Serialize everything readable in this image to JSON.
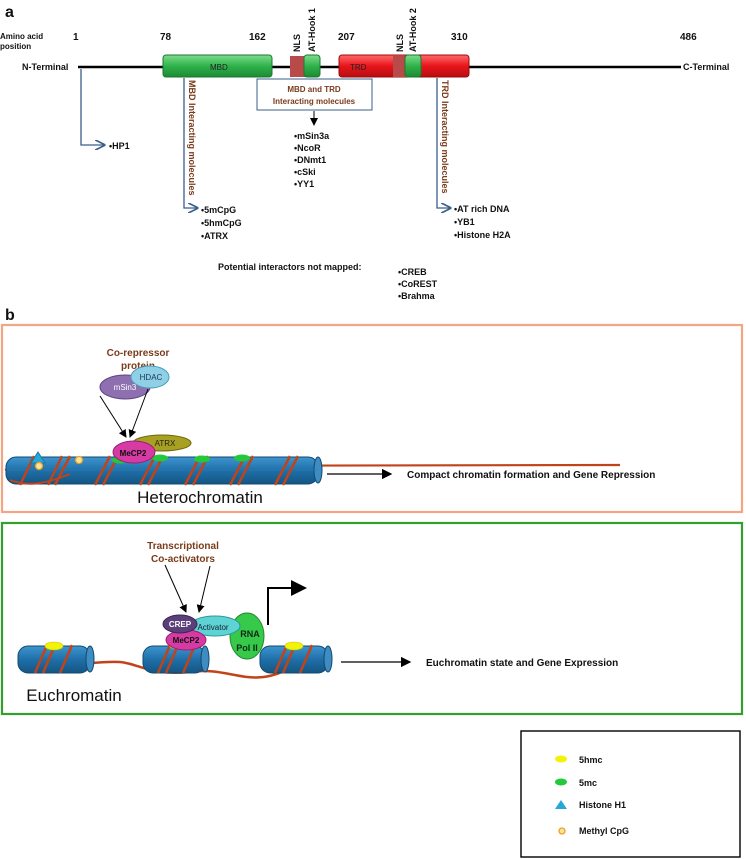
{
  "panel_a": {
    "letter": "a",
    "aa_label_1": "Amino acid",
    "aa_label_2": "position",
    "positions": [
      "1",
      "78",
      "162",
      "207",
      "310",
      "486"
    ],
    "n_terminal": "N-Terminal",
    "c_terminal": "C-Terminal",
    "domains": {
      "mbd": "MBD",
      "trd": "TRD",
      "nls": "NLS",
      "athook1": "AT-Hook 1",
      "athook2": "AT-Hook 2"
    },
    "mbd_trd_box": [
      "MBD and TRD",
      "Interacting molecules"
    ],
    "mbd_trd_interactors": [
      "•mSin3a",
      "•NcoR",
      "•DNmt1",
      "•cSki",
      "•YY1"
    ],
    "hp1": "•HP1",
    "mbd_interacting_label": "MBD Interacting molecules",
    "mbd_interactors": [
      "•5mCpG",
      "•5hmCpG",
      "•ATRX"
    ],
    "trd_interacting_label": "TRD Interacting molecules",
    "trd_interactors": [
      "•AT rich DNA",
      "•YB1",
      "•Histone H2A"
    ],
    "not_mapped_label": "Potential interactors not mapped:",
    "not_mapped": [
      "•CREB",
      "•CoREST",
      "•Brahma"
    ]
  },
  "panel_b": {
    "letter": "b",
    "hetero": {
      "title": [
        "Co-repressor",
        "protein"
      ],
      "msin3": "mSin3",
      "hdac": "HDAC",
      "atrx": "ATRX",
      "mecp2": "MeCP2",
      "label": "Heterochromatin",
      "outcome": "Compact chromatin formation and Gene Repression",
      "border_color": "#f4a582"
    },
    "eu": {
      "title": [
        "Transcriptional",
        "Co-activators"
      ],
      "crep": "CREP",
      "activator": "Activator",
      "mecp2": "MeCP2",
      "rna": "RNA",
      "pol": "Pol II",
      "label": "Euchromatin",
      "outcome": "Euchromatin state and Gene Expression",
      "border_color": "#33a02c"
    }
  },
  "legend": {
    "items": [
      {
        "label": "5hmc",
        "shape": "yellow-ellipse",
        "color": "#f2f20a"
      },
      {
        "label": "5mc",
        "shape": "green-ellipse",
        "color": "#22c93c"
      },
      {
        "label": "Histone H1",
        "shape": "blue-triangle",
        "color": "#29a6d8"
      },
      {
        "label": "Methyl CpG",
        "shape": "yellow-ring",
        "color": "#f0b020"
      }
    ]
  },
  "colors": {
    "mbd": "#2fb24a",
    "trd": "#e8151b",
    "nls": "#b84a4a",
    "arrow": "#3a5f8a",
    "label_brown": "#7a3b1b",
    "nucleosome": "#1f6fa8",
    "dna": "#c0431a"
  }
}
